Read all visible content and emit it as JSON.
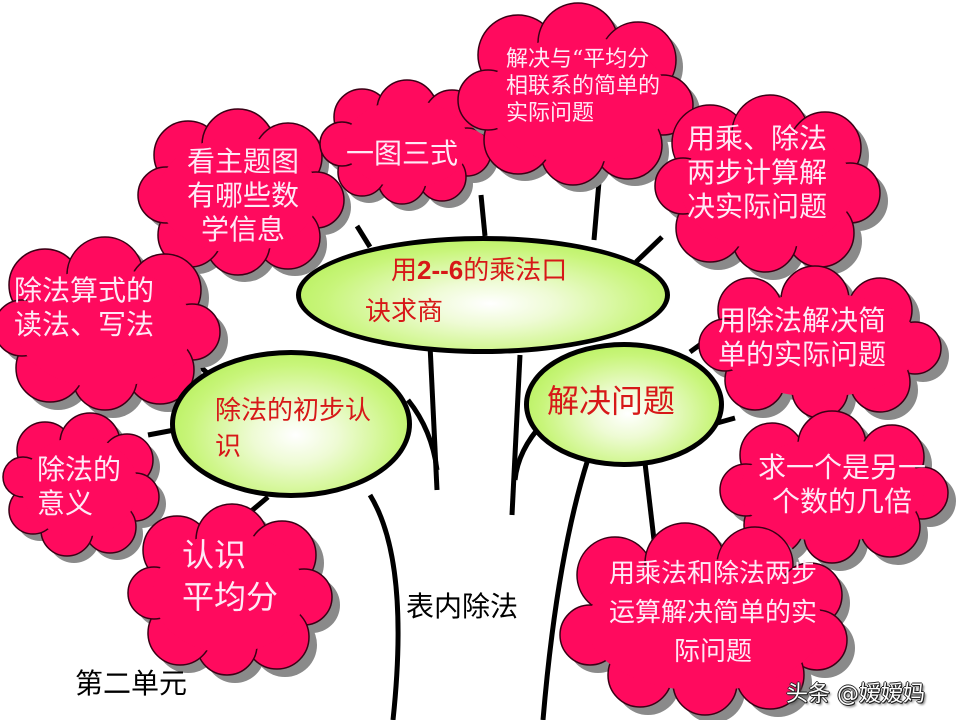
{
  "title": "表内除法",
  "unit_label": "第二单元",
  "watermark": "头条 @嫒嫒妈",
  "colors": {
    "cloud_fill": "#ff0a5e",
    "cloud_text": "#ffe9f6",
    "oval_fill": "#b4f05a",
    "oval_text": "#d71818",
    "line": "#000000"
  },
  "branches": [
    {
      "id": "division-intro",
      "label_line1": "除法的初步认",
      "label_line2": "识"
    },
    {
      "id": "multiplication-table",
      "label_prefix": "用",
      "label_bold": "2--6",
      "label_suffix": "的乘法口",
      "label_line2": "诀求商"
    },
    {
      "id": "problem-solving",
      "label": "解决问题"
    }
  ],
  "clouds": [
    {
      "id": "main-picture",
      "lines": [
        "看主题图",
        "有哪些数",
        "学信息"
      ]
    },
    {
      "id": "one-pic-three-eq",
      "lines": [
        "一图三式"
      ]
    },
    {
      "id": "equal-share-problems",
      "lines": [
        "解决与“平均分",
        "相联系的简单的",
        "实际问题"
      ]
    },
    {
      "id": "two-step-mult-div",
      "lines": [
        "用乘、除法",
        "两步计算解",
        "决实际问题"
      ]
    },
    {
      "id": "read-write-division",
      "lines": [
        "除法算式的",
        "读法、写法"
      ]
    },
    {
      "id": "division-simple-problems",
      "lines": [
        "用除法解决简",
        "单的实际问题"
      ]
    },
    {
      "id": "times-of-number",
      "lines": [
        "求一个是另一",
        "个数的几倍"
      ]
    },
    {
      "id": "meaning-of-division",
      "lines": [
        "除法的",
        "意义"
      ]
    },
    {
      "id": "equal-sharing",
      "lines": [
        "认识",
        "平均分"
      ]
    },
    {
      "id": "two-step-mult-and-div",
      "lines": [
        "用乘法和除法两步",
        "运算解决简单的实",
        "际问题"
      ]
    }
  ]
}
